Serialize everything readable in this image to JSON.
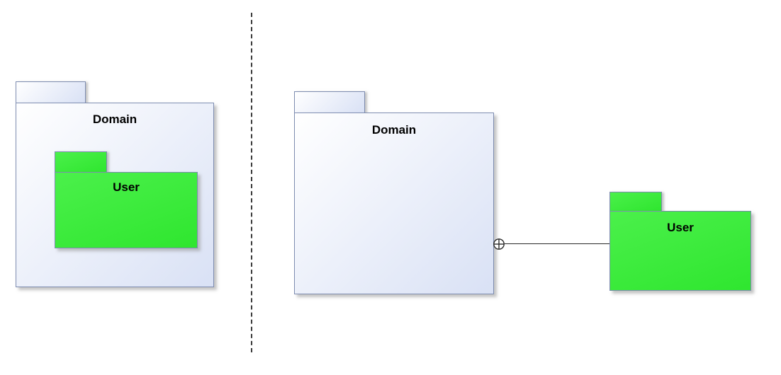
{
  "diagram": {
    "title": "uml-package-containment-comparison",
    "left_example": {
      "domain_label": "Domain",
      "user_label": "User",
      "style": "nested-containment"
    },
    "right_example": {
      "domain_label": "Domain",
      "user_label": "User",
      "style": "containment-connector"
    },
    "icons": {
      "containment_icon": "circle-plus"
    },
    "colors": {
      "package_fill_start": "#ffffff",
      "package_fill_end": "#d9e1f5",
      "package_border": "#7d8cb0",
      "user_fill_start": "#4bf04b",
      "user_fill_end": "#2fe62f",
      "connector_color": "#2a2a2a",
      "divider_color": "#3a3a3a"
    }
  }
}
